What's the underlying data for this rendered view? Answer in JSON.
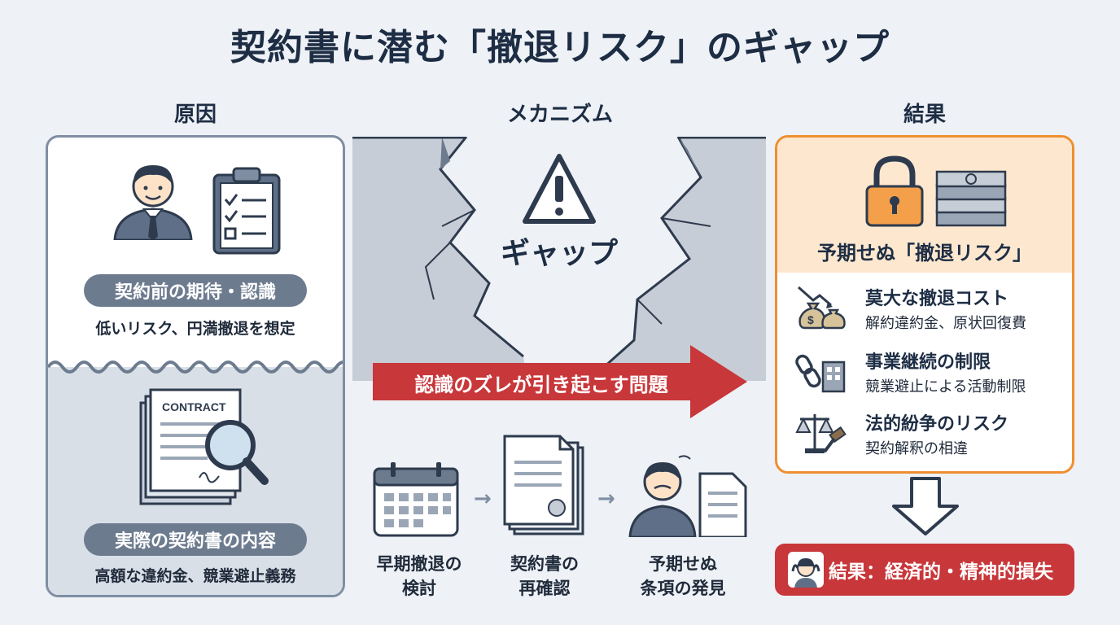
{
  "title": "契約書に潜む「撤退リスク」のギャップ",
  "columns": {
    "cause": "原因",
    "mechanism": "メカニズム",
    "result": "結果"
  },
  "cause": {
    "top_pill": "契約前の期待・認識",
    "top_sub": "低いリスク、円満撤退を想定",
    "contract_word": "CONTRACT",
    "bottom_pill": "実際の契約書の内容",
    "bottom_sub": "高額な違約金、競業避止義務"
  },
  "mechanism": {
    "gap_label": "ギャップ",
    "banner": "認識のズレが引き起こす問題",
    "steps": [
      {
        "line1": "早期撤退の",
        "line2": "検討"
      },
      {
        "line1": "契約書の",
        "line2": "再確認"
      },
      {
        "line1": "予期せぬ",
        "line2": "条項の発見"
      }
    ],
    "arrow_glyph": "→"
  },
  "result": {
    "heading": "予期せぬ「撤退リスク」",
    "items": [
      {
        "title": "莫大な撤退コスト",
        "sub": "解約違約金、原状回復費"
      },
      {
        "title": "事業継続の制限",
        "sub": "競業避止による活動制限"
      },
      {
        "title": "法的紛争のリスク",
        "sub": "契約解釈の相違"
      }
    ],
    "final": "結果：経済的・精神的損失"
  },
  "colors": {
    "navy": "#1d2d44",
    "slate": "#6d7b8f",
    "orange": "#ef8f2f",
    "red": "#c8373a"
  }
}
